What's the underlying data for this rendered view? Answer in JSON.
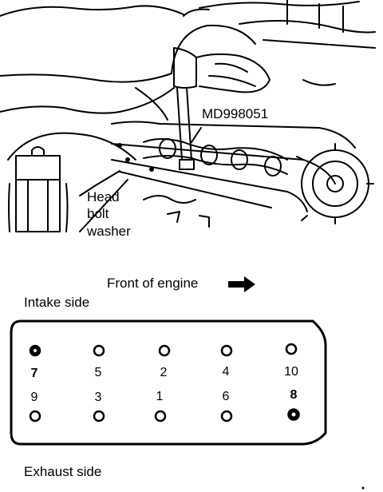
{
  "illustration": {
    "tool_label": "MD998051",
    "washer_label_lines": [
      "Head",
      "bolt",
      "washer"
    ]
  },
  "diagram": {
    "front_label": "Front of engine",
    "intake_label": "Intake side",
    "exhaust_label": "Exhaust side",
    "top_row_numbers": [
      "7",
      "5",
      "2",
      "4",
      "10"
    ],
    "bottom_row_numbers": [
      "9",
      "3",
      "1",
      "6",
      "8"
    ]
  }
}
